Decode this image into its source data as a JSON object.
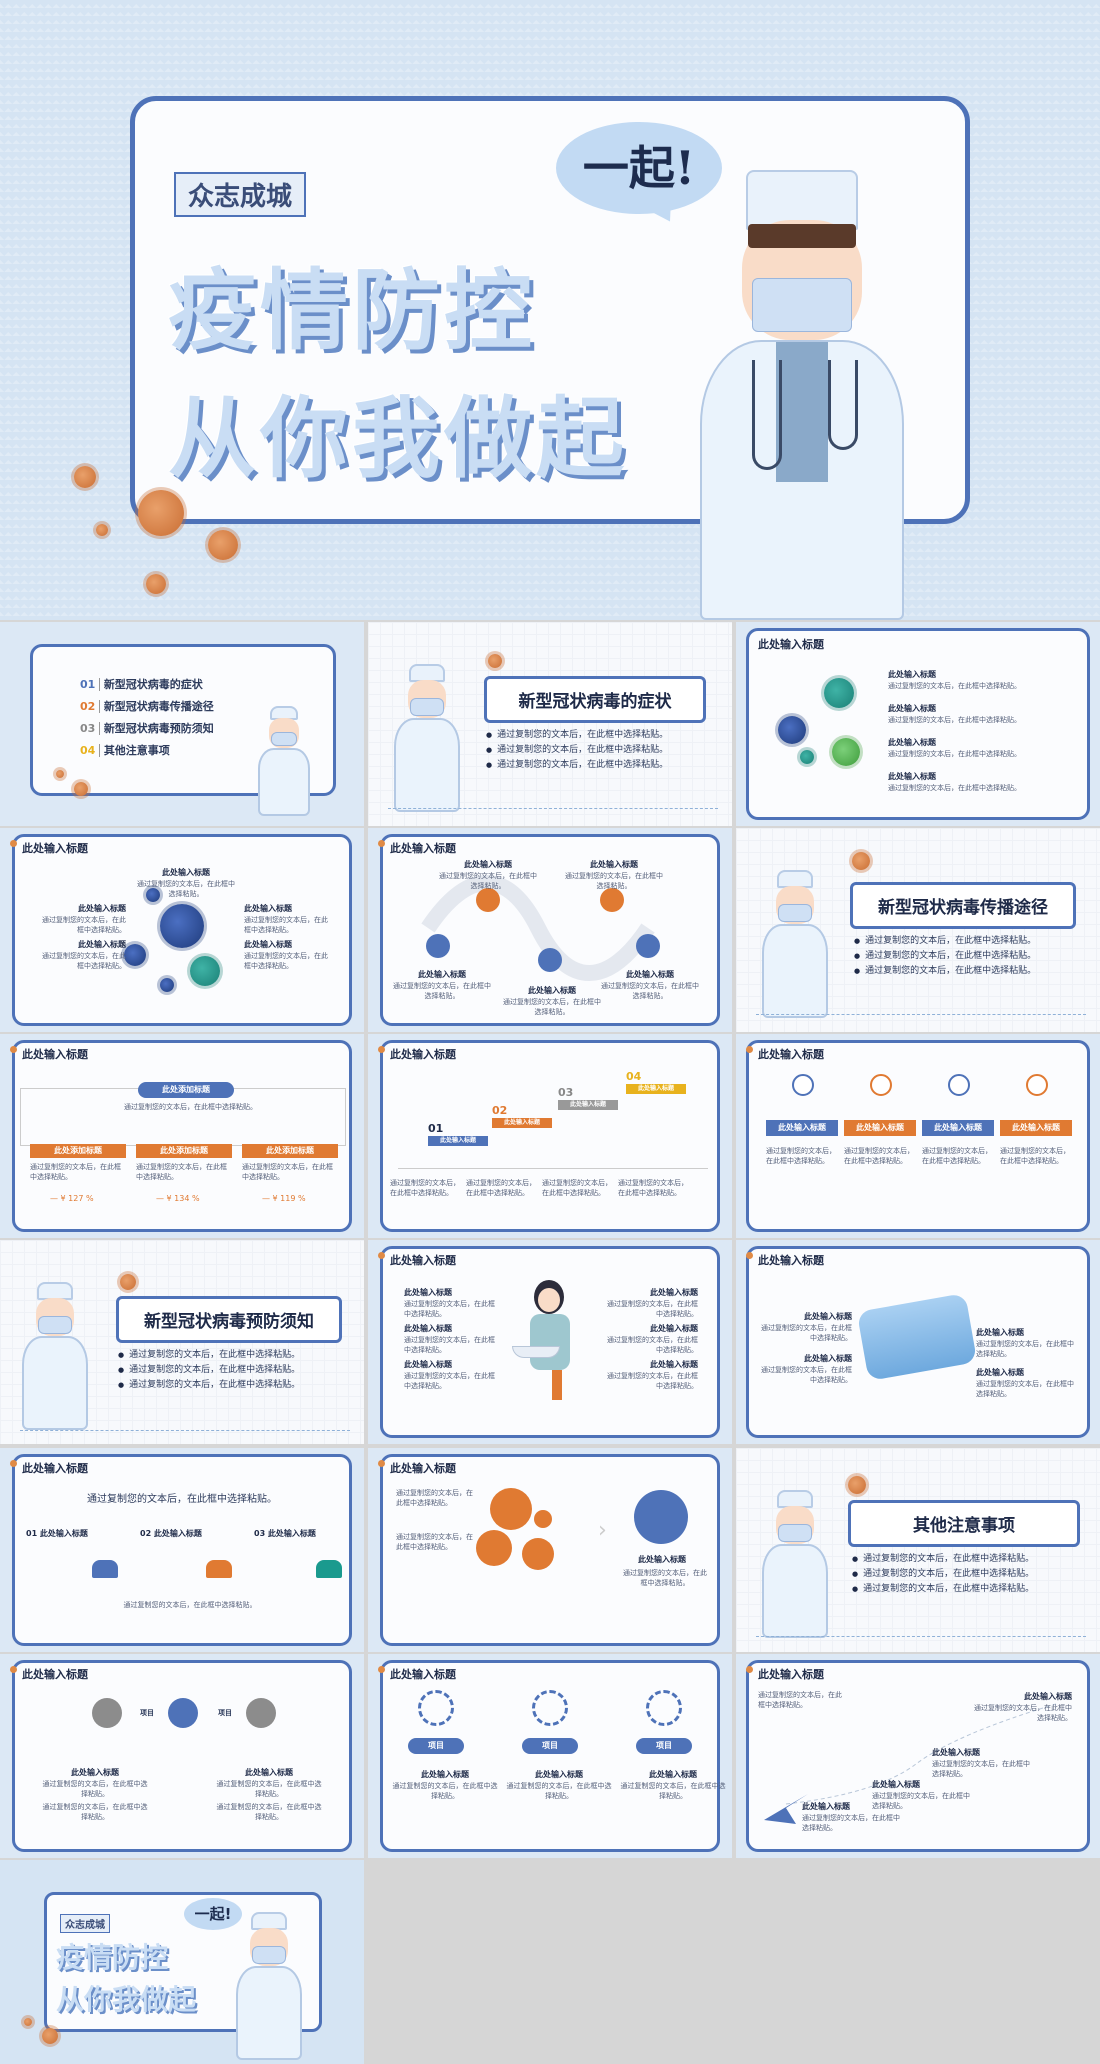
{
  "hero": {
    "tag": "众志成城",
    "title_line1": "疫情防控",
    "title_line2": "从你我做起",
    "bubble": "一起!"
  },
  "toc": {
    "items": [
      {
        "num": "01",
        "label": "新型冠状病毒的症状"
      },
      {
        "num": "02",
        "label": "新型冠状病毒传播途径"
      },
      {
        "num": "03",
        "label": "新型冠状病毒预防须知"
      },
      {
        "num": "04",
        "label": "其他注意事项"
      }
    ]
  },
  "common": {
    "heading": "此处输入标题",
    "body": "通过复制您的文本后，在此框中选择粘贴。",
    "body_short": "通过复制您的文本后，在此框中选择粘贴。",
    "item": "项目",
    "placeholder_bar": "此处添加标题"
  },
  "sections": {
    "s1": "新型冠状病毒的症状",
    "s2": "新型冠状病毒传播途径",
    "s3": "新型冠状病毒预防须知",
    "s4": "其他注意事项"
  },
  "bullets": [
    "通过复制您的文本后，在此框中选择粘贴。",
    "通过复制您的文本后，在此框中选择粘贴。",
    "通过复制您的文本后，在此框中选择粘贴。"
  ],
  "steps": {
    "nums": [
      "01",
      "02",
      "03",
      "04"
    ],
    "label": "此处输入标题"
  },
  "slide13": {
    "lead": "通过复制您的文本后，在此框中选择粘贴。",
    "cols": [
      "01 此处输入标题",
      "02 此处输入标题",
      "03 此处输入标题"
    ]
  },
  "slide7": {
    "center": "此处添加标题",
    "percents": [
      "— ¥ 127 %",
      "— ¥ 134 %",
      "— ¥ 119 %"
    ]
  },
  "closing": {
    "tag": "众志成城",
    "title_line1": "疫情防控",
    "title_line2": "从你我做起",
    "bubble": "一起!"
  },
  "colors": {
    "accent_blue": "#4e72b8",
    "accent_orange": "#e07a32",
    "navy": "#1e2a48"
  }
}
